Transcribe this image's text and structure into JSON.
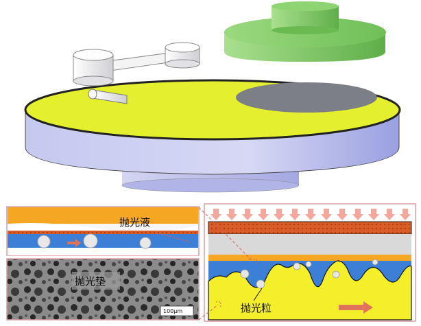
{
  "labels": {
    "polishing_liquid": "抛光液",
    "polishing_pad": "抛光垫",
    "polishing_particle": "抛光粒",
    "scale_bar": "100μm"
  },
  "colors": {
    "pad_top": "#e4ef2e",
    "pad_side": "#b7bce8",
    "wafer_holder": "#7c7f86",
    "conditioner_head": "#8ed174",
    "arm": "#f4f4f4",
    "slurry_orange": "#f5a623",
    "slurry_blue": "#3b7fd6",
    "wafer_red": "#d95c27",
    "arrow_pink": "#f4a79d",
    "pad_yellow": "#f4ef2a",
    "motion_arrow": "#e0735c"
  },
  "icons": {
    "pressure_arrow": "arrow-down-icon",
    "motion_arrow": "arrow-right-icon"
  }
}
